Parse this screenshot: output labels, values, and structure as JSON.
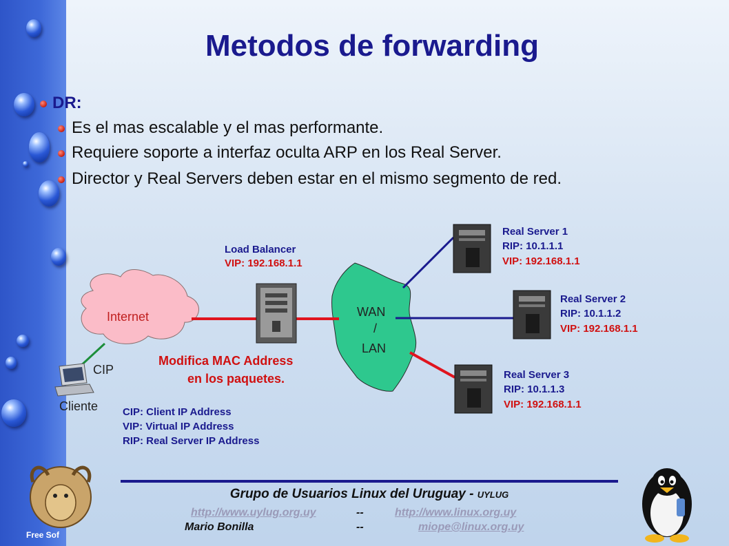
{
  "slide": {
    "title": "Metodos de forwarding"
  },
  "bullets": {
    "heading": "DR:",
    "items": [
      "Es el mas escalable y el mas performante.",
      "Requiere soporte a interfaz oculta ARP en los Real Server.",
      "Director y Real Servers deben estar en el mismo segmento de red."
    ]
  },
  "diagram": {
    "internet_label": "Internet",
    "wan_lan_label": [
      "WAN",
      "/",
      "LAN"
    ],
    "cip_label": "CIP",
    "client_label": "Cliente",
    "load_balancer": {
      "name": "Load Balancer",
      "vip": "VIP: 192.168.1.1"
    },
    "action_note": [
      "Modifica MAC Address",
      "en los paquetes."
    ],
    "servers": [
      {
        "name": "Real Server 1",
        "rip": "RIP: 10.1.1.1",
        "vip": "VIP: 192.168.1.1"
      },
      {
        "name": "Real Server 2",
        "rip": "RIP: 10.1.1.2",
        "vip": "VIP: 192.168.1.1"
      },
      {
        "name": "Real Server 3",
        "rip": "RIP: 10.1.1.3",
        "vip": "VIP: 192.168.1.1"
      }
    ],
    "legend": [
      "CIP: Client IP Address",
      "VIP: Virtual IP Address",
      "RIP: Real Server IP Address"
    ],
    "colors": {
      "red_link": "#e0141e",
      "navy_link": "#1a1a8e",
      "cloud_pink": "#fbbcc8",
      "cloud_green": "#2ec88e"
    }
  },
  "footer": {
    "group": "Grupo de Usuarios Linux del Uruguay - ",
    "group_short": "UYLUG",
    "link1": "http://www.uylug.org.uy",
    "sep1": "--",
    "link2": "http://www.linux.org.uy",
    "author": "Mario Bonilla",
    "sep2": "--",
    "email": "miope@linux.org.uy",
    "logo_text": "Free Sof"
  }
}
